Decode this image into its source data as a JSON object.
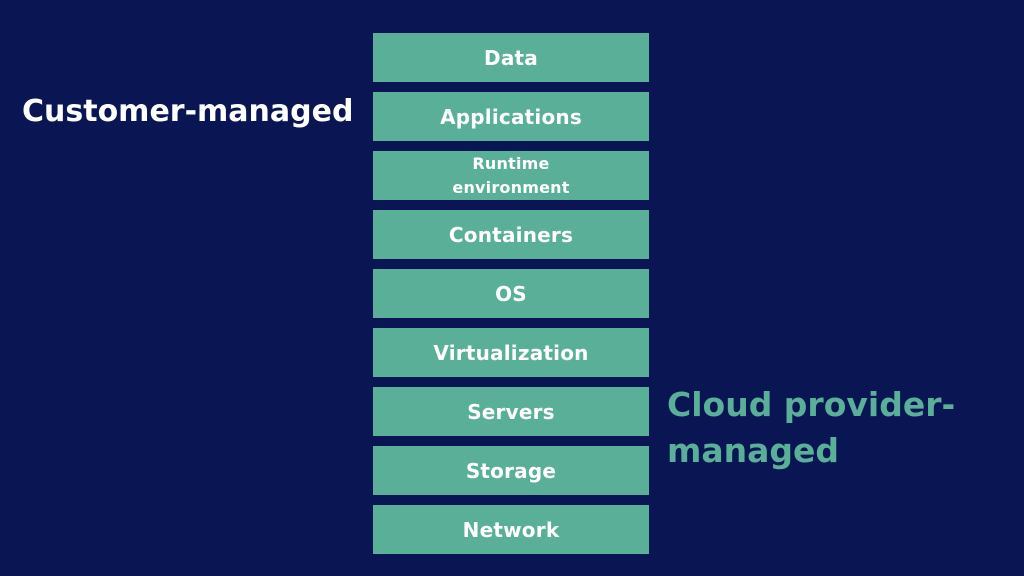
{
  "labels": {
    "customer_managed": "Customer-managed",
    "provider_managed": "Cloud provider-managed"
  },
  "layers": [
    "Data",
    "Applications",
    "Runtime environment",
    "Containers",
    "OS",
    "Virtualization",
    "Servers",
    "Storage",
    "Network"
  ],
  "colors": {
    "background": "#0a1654",
    "layer_fill": "#5aaf98",
    "customer_label": "#ffffff",
    "provider_label": "#5aaf98"
  }
}
